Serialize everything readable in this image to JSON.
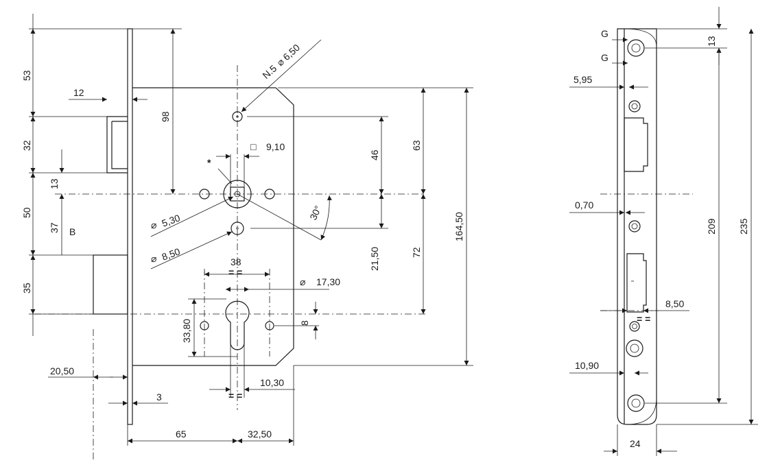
{
  "main_view": {
    "dims": {
      "d53": "53",
      "d12": "12",
      "d98": "98",
      "d32": "32",
      "d13": "13",
      "d50": "50",
      "d37": "37",
      "b_label": "B",
      "d35": "35",
      "d20_50": "20,50",
      "d3": "3",
      "d65": "65",
      "d32_50": "32,50",
      "d10_30": "10,30",
      "eq_bottom": "= =",
      "d38": "38",
      "eq_38": "= =",
      "d33_80": "33,80",
      "d17_30": "17,30",
      "d17_30_sym": "⌀",
      "d8": "8",
      "d5_30": "5,30",
      "d5_30_sym": "⌀",
      "d8_50": "8,50",
      "d8_50_sym": "⌀",
      "d30deg": "30°",
      "d9_10": "9,10",
      "d9_10_sym": "□",
      "asterisk": "*",
      "holes_note": "N.5",
      "holes_sym": "⌀",
      "holes_dia": "6,50",
      "d46": "46",
      "d63": "63",
      "d21_50": "21,50",
      "d72": "72",
      "d164_50": "164,50"
    }
  },
  "side_view": {
    "dims": {
      "g1": "G",
      "g2": "G",
      "d13": "13",
      "d5_95": "5,95",
      "d0_70": "0,70",
      "d209": "209",
      "d235": "235",
      "d8_50": "8,50",
      "eq": "= =",
      "d10_90": "10,90",
      "d24": "24"
    }
  }
}
